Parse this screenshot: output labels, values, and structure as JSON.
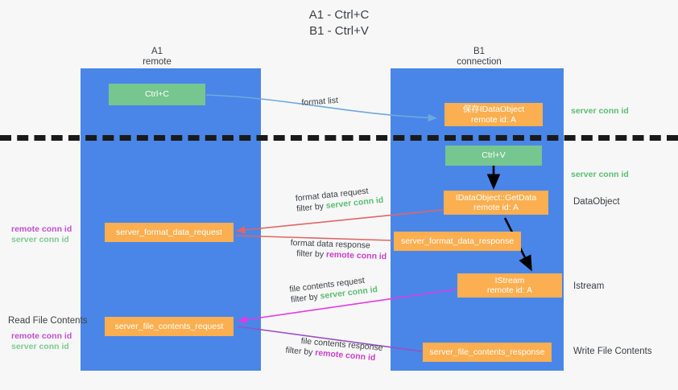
{
  "title": {
    "line1": "A1 - Ctrl+C",
    "line2": "B1 - Ctrl+V"
  },
  "columns": [
    {
      "name": "A1",
      "sub": "remote"
    },
    {
      "name": "B1",
      "sub": "connection"
    }
  ],
  "nodes": {
    "ctrl_c": {
      "label": "Ctrl+C"
    },
    "ctrl_v": {
      "label": "Ctrl+V"
    },
    "save_dataobject": {
      "line1": "保存IDataObject",
      "line2": "remote id: A"
    },
    "getdata": {
      "line1": "IDataObject::GetData",
      "line2": "remote id: A"
    },
    "istream": {
      "line1": "IStream",
      "line2": "remote id: A"
    },
    "server_format_data_request": {
      "label": "server_format_data_request"
    },
    "server_format_data_response": {
      "label": "server_format_data_response"
    },
    "server_file_contents_request": {
      "label": "server_file_contents_request"
    },
    "server_file_contents_response": {
      "label": "server_file_contents_response"
    }
  },
  "edges": {
    "format_list": {
      "label": "format list"
    },
    "format_data_request": {
      "label": "format data request",
      "filter_prefix": "filter by ",
      "filter_key": "server conn id"
    },
    "format_data_response": {
      "label": "format data response",
      "filter_prefix": "filter by ",
      "filter_key": "remote conn id"
    },
    "file_contents_request": {
      "label": "file contents request",
      "filter_prefix": "filter by ",
      "filter_key": "server conn id"
    },
    "file_contents_response": {
      "label": "file contents response",
      "filter_prefix": "filter by ",
      "filter_key": "remote conn id"
    }
  },
  "annotations": {
    "right_server_conn_id_top": "server conn id",
    "right_server_conn_id_mid": "server conn id",
    "right_dataobject": "DataObject",
    "right_istream": "Istream",
    "right_write_file_contents": "Write File Contents",
    "left_read_file_contents": "Read File Contents",
    "left_remote_conn_id_1": "remote conn id",
    "left_server_conn_id_1": "server conn id",
    "left_remote_conn_id_2": "remote conn id",
    "left_server_conn_id_2": "server conn id"
  },
  "colors": {
    "lane": "#4a86e8",
    "green_box": "#76c68f",
    "orange_box": "#fbaf50",
    "server_conn_id": "#5bbd72",
    "remote_conn_id": "#c93fc9",
    "arrow_blue": "#6fa8dc",
    "arrow_red": "#e06666",
    "arrow_magenta": "#e339e3",
    "arrow_purple": "#9a4fc4",
    "arrow_black": "#000000",
    "background": "#f7f7f7"
  }
}
